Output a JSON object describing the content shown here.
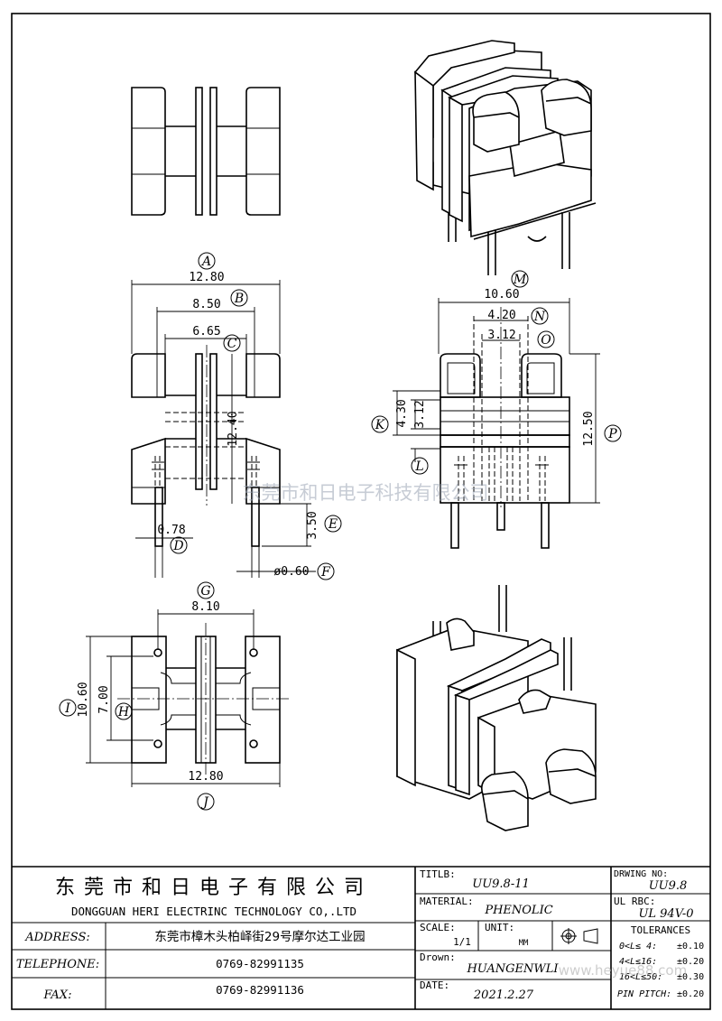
{
  "watermark": "东莞市和日电子科技有限公司",
  "watermark_url": "www.heyue88.com",
  "dimensions": {
    "A": {
      "letter": "A",
      "value": "12.80"
    },
    "B": {
      "letter": "B",
      "value": "8.50"
    },
    "C": {
      "letter": "C",
      "value": "6.65"
    },
    "D": {
      "letter": "D",
      "value": "0.78"
    },
    "E": {
      "letter": "E",
      "value": "3.50"
    },
    "F": {
      "letter": "F",
      "value": "ø0.60"
    },
    "G": {
      "letter": "G",
      "value": "8.10"
    },
    "H": {
      "letter": "H",
      "value": "7.00"
    },
    "I": {
      "letter": "I",
      "value": "10.60"
    },
    "J": {
      "letter": "J",
      "value": "12.80"
    },
    "K": {
      "letter": "K",
      "value": "4.30"
    },
    "L": {
      "letter": "L",
      "value": "3.12"
    },
    "M": {
      "letter": "M",
      "value": "10.60"
    },
    "N": {
      "letter": "N",
      "value": "4.20"
    },
    "O": {
      "letter": "O",
      "value": "3.12"
    },
    "P": {
      "letter": "P",
      "value": "12.50"
    },
    "height_center": "12.40"
  },
  "title_block": {
    "company_cn": "东莞市和日电子有限公司",
    "company_en": "DONGGUAN HERI ELECTRINC TECHNOLOGY CO,.LTD",
    "address_label": "ADDRESS:",
    "address_value": "东莞市樟木头柏峄街29号摩尔达工业园",
    "telephone_label": "TELEPHONE:",
    "telephone_value": "0769-82991135",
    "fax_label": "FAX:",
    "fax_value": "0769-82991136",
    "title_label": "TITLB:",
    "title_value": "UU9.8-11",
    "drawing_no_label": "DRWING NO:",
    "drawing_no_value": "UU9.8",
    "material_label": "MATERIAL:",
    "material_value": "PHENOLIC",
    "ul_label": "UL RBC:",
    "ul_value": "UL 94V-0",
    "scale_label": "SCALE:",
    "scale_value": "1/1",
    "unit_label": "UNIT:",
    "unit_value": "MM",
    "tolerances_label": "TOLERANCES",
    "tolerances": [
      {
        "range": "0<L≤ 4:",
        "value": "±0.10"
      },
      {
        "range": "4<L≤16:",
        "value": "±0.20"
      },
      {
        "range": "16<L≤50:",
        "value": "±0.30"
      },
      {
        "range": "PIN PITCH:",
        "value": "±0.20"
      }
    ],
    "drawn_label": "Drown:",
    "drawn_value": "HUANGENWLI",
    "date_label": "DATE:",
    "date_value": "2021.2.27"
  }
}
